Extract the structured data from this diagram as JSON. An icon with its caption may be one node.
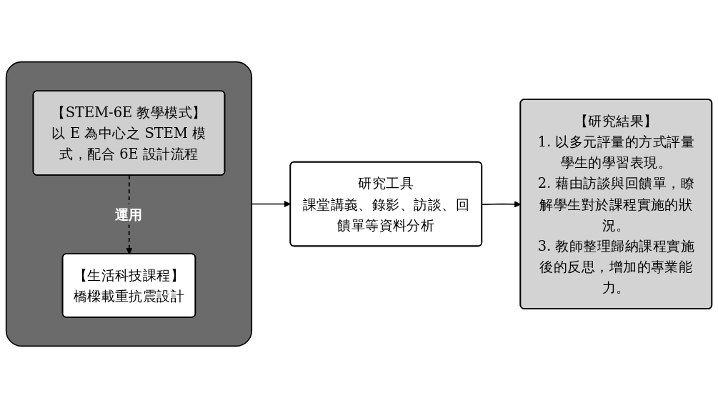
{
  "diagram": {
    "nodes": [
      {
        "text": [],
        "shape": "box"
      },
      {
        "text": [
          "【STEM-6E 教學模式】",
          "以 E 為中心之 STEM 模式，配合 6E 設計流程"
        ],
        "in": 0
      },
      {
        "text": [
          "【生活科技課程】",
          "橋樑載重抗震設計"
        ],
        "in": 0
      },
      {
        "text": [
          "研究工具",
          "課堂講義、錄影、訪談、回饋單等資料分析"
        ]
      },
      {
        "text": [
          "【研究結果】",
          "1. 以多元評量的方式評量學生的學習表現。",
          "2. 藉由訪談與回饋單，瞭解學生對於課程實施的狀況。",
          "3. 教師整理歸納課程實施後的反思，增加的專業能力。"
        ]
      }
    ],
    "edges": [
      {
        "from": 1,
        "to": 2,
        "arrow": "to",
        "label": "運用",
        "style": "dashed"
      },
      {
        "from": 0,
        "to": 3,
        "arrow": "to"
      },
      {
        "from": 3,
        "to": 4,
        "arrow": "to"
      }
    ]
  }
}
